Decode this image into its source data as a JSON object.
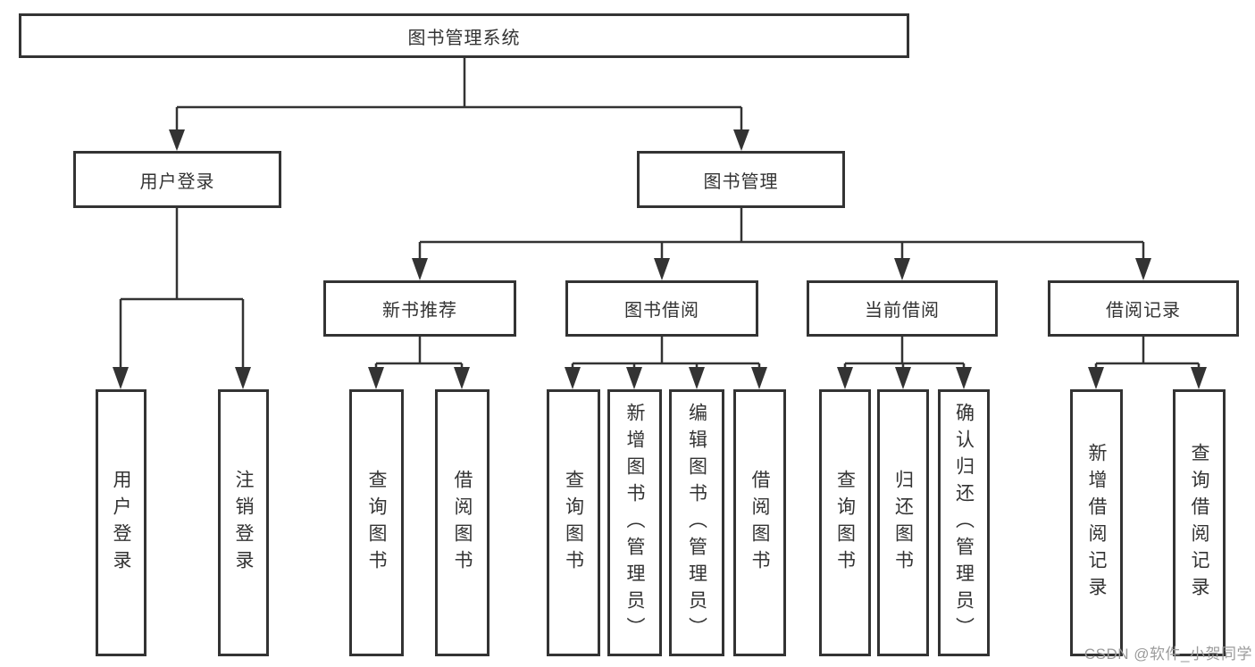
{
  "tree": {
    "root": {
      "label": "图书管理系统"
    },
    "level2": [
      {
        "label": "用户登录"
      },
      {
        "label": "图书管理"
      }
    ],
    "level3": [
      {
        "label": "新书推荐"
      },
      {
        "label": "图书借阅"
      },
      {
        "label": "当前借阅"
      },
      {
        "label": "借阅记录"
      }
    ],
    "leaves": {
      "user_login": [
        "用户登录",
        "注销登录"
      ],
      "new_books": [
        "查询图书",
        "借阅图书"
      ],
      "book_borrow": [
        "查询图书",
        "新增图书（管理员）",
        "编辑图书（管理员）",
        "借阅图书"
      ],
      "current_borrow": [
        "查询图书",
        "归还图书",
        "确认归还（管理员）"
      ],
      "borrow_records": [
        "新增借阅记录",
        "查询借阅记录"
      ]
    }
  },
  "watermark": {
    "text": "CSDN @软件_小贺同学"
  },
  "colors": {
    "line": "#333333",
    "border": "#333333",
    "text": "#333333",
    "background": "#ffffff",
    "watermark_text": "#9b9b9b"
  }
}
